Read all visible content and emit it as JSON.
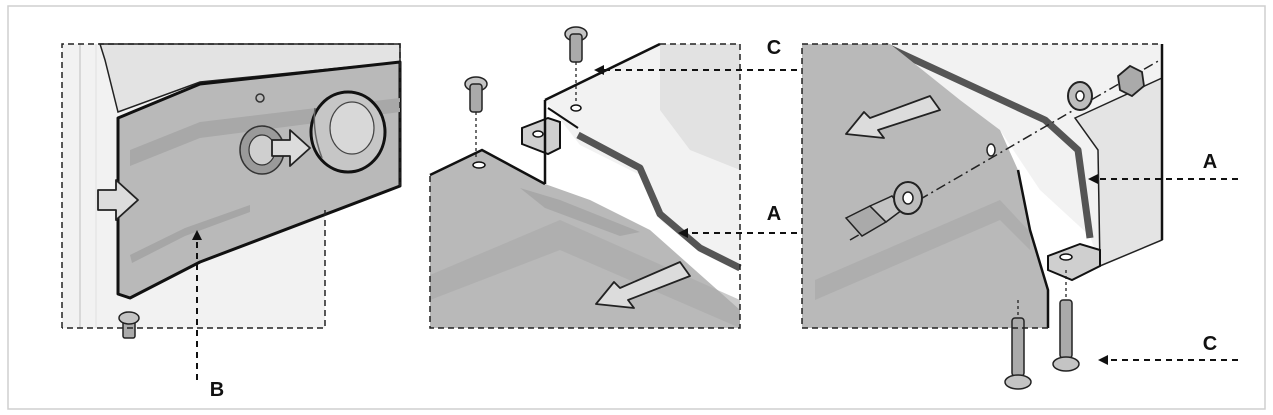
{
  "figure": {
    "callouts": {
      "a_top": "A",
      "a_mid": "A",
      "b": "B",
      "c_top": "C",
      "c_bottom": "C"
    },
    "colors": {
      "panel_gray": "#b8b8b8",
      "panel_dark": "#8e8e8e",
      "light_surface": "#f2f2f2",
      "line": "#111111",
      "seal": "#555555",
      "frame_border": "#cfcfcf"
    }
  }
}
